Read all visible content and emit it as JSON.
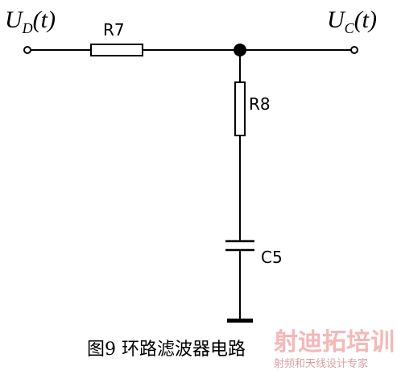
{
  "diagram": {
    "input_label": {
      "main": "U",
      "sub": "D",
      "arg": "(t)"
    },
    "output_label": {
      "main": "U",
      "sub": "C",
      "arg": "(t)"
    },
    "components": {
      "r7": "R7",
      "r8": "R8",
      "c5": "C5"
    },
    "caption": "图9  环路滤波器电路"
  },
  "watermark": {
    "main": "射迪拓培训",
    "sub": "射频和天线设计专家"
  }
}
